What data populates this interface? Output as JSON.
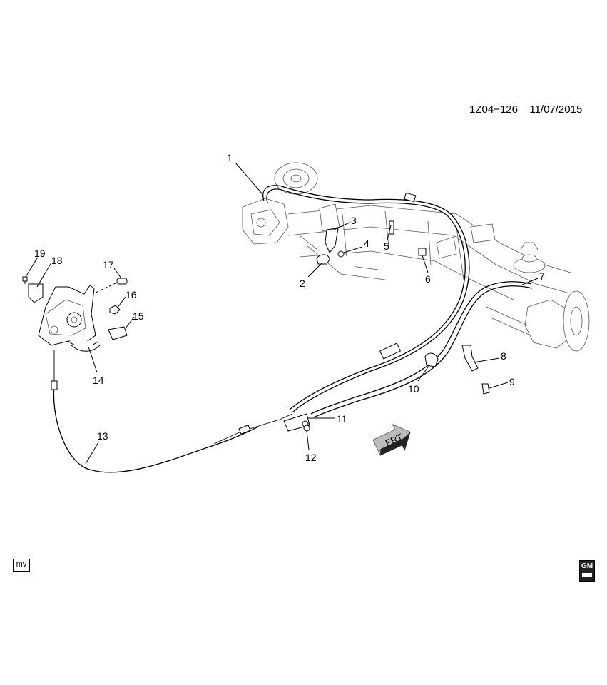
{
  "header": {
    "ref_code": "1Z04−126",
    "date": "11/07/2015"
  },
  "callouts": [
    "1",
    "2",
    "3",
    "4",
    "5",
    "6",
    "7",
    "8",
    "9",
    "10",
    "11",
    "12",
    "13",
    "14",
    "15",
    "16",
    "17",
    "18",
    "19"
  ],
  "direction_arrow": {
    "label": "FRT"
  },
  "footer": {
    "left_tag": "mv",
    "logo_text": "GM"
  },
  "icons": {
    "logo": "gm-logo-icon",
    "arrow": "front-direction-arrow-icon"
  }
}
